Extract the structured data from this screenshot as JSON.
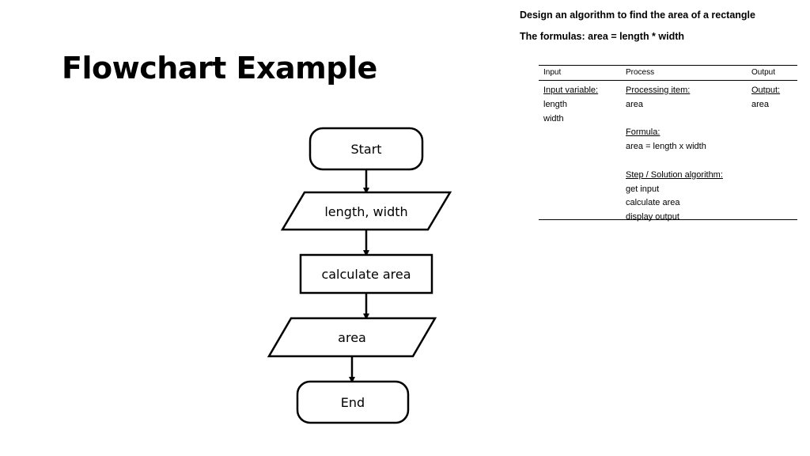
{
  "slide": {
    "title": "Flowchart Example",
    "heading_line1": "Design an algorithm to find the area of a rectangle",
    "heading_line2": "The formulas: area = length * width"
  },
  "ipo_table": {
    "headers": [
      "Input",
      "Process",
      "Output"
    ],
    "input": {
      "label": "Input variable:",
      "items": [
        "length",
        "width"
      ]
    },
    "process": {
      "processing_label": "Processing item:",
      "processing_items": [
        "area"
      ],
      "formula_label": "Formula:",
      "formula": "area = length x width",
      "steps_label": "Step / Solution algorithm:",
      "steps": [
        "get input",
        "calculate area",
        "display output"
      ]
    },
    "output": {
      "label": "Output:",
      "items": [
        "area"
      ]
    }
  },
  "flowchart": {
    "nodes": [
      {
        "label": "Start",
        "shape": "terminator"
      },
      {
        "label": "length, width",
        "shape": "input-output"
      },
      {
        "label": "calculate area",
        "shape": "process"
      },
      {
        "label": "area",
        "shape": "input-output"
      },
      {
        "label": "End",
        "shape": "terminator"
      }
    ]
  }
}
